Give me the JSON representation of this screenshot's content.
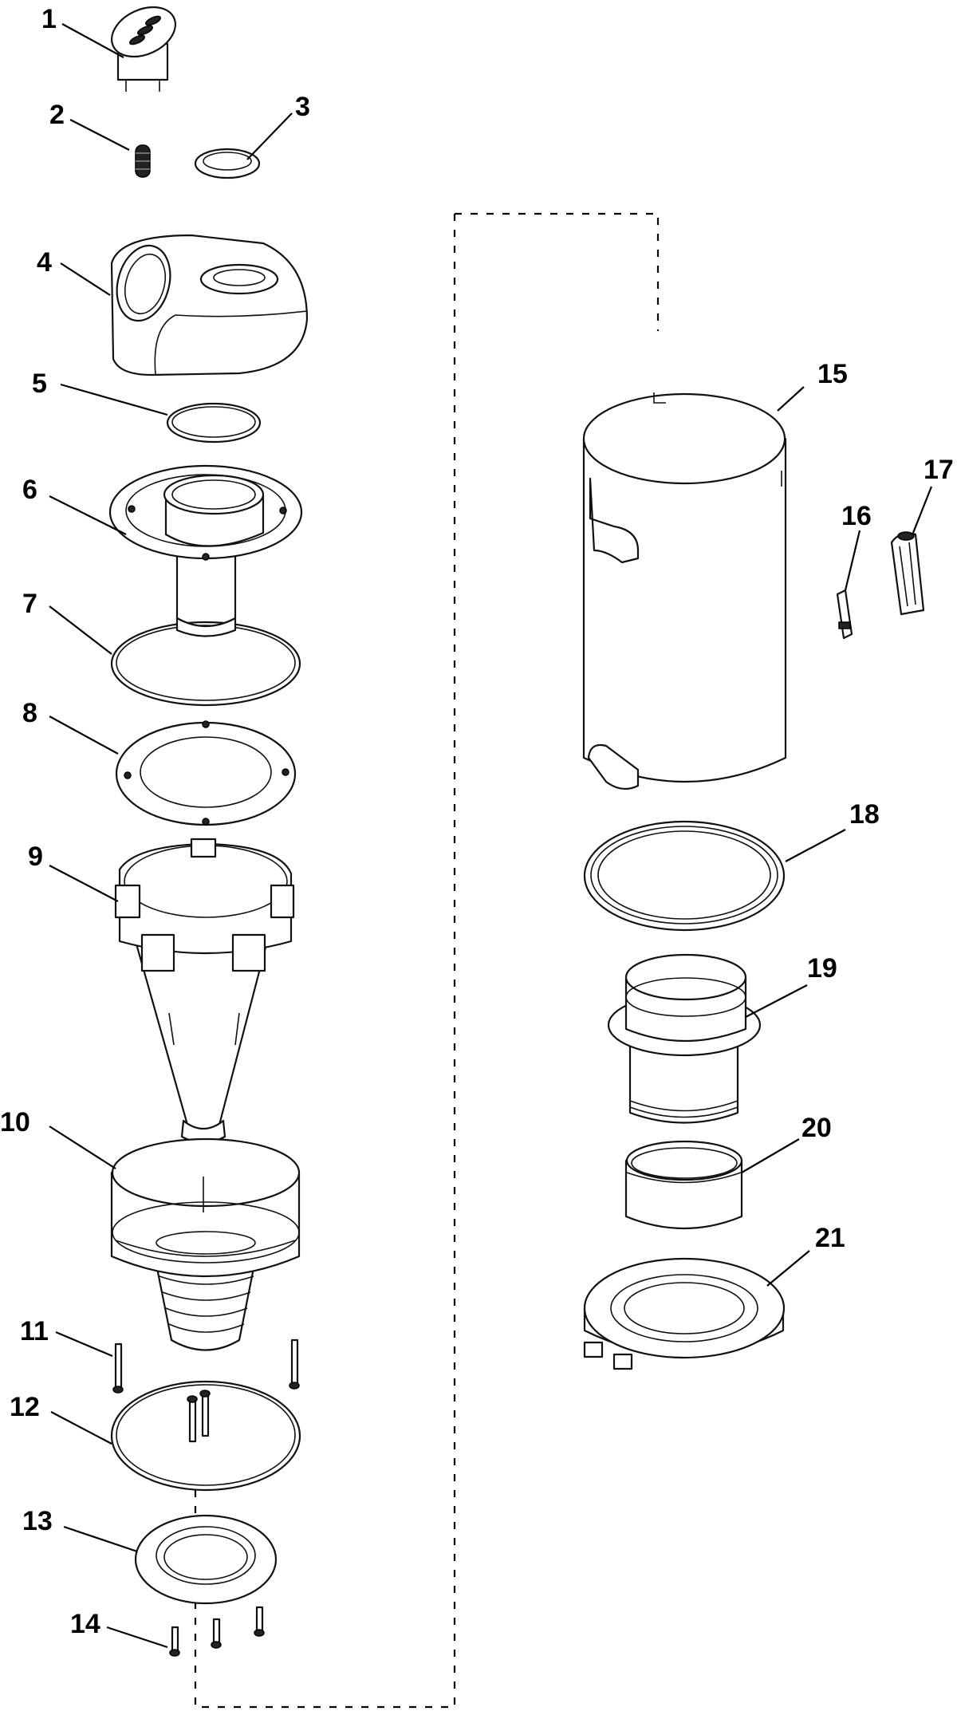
{
  "parts": [
    {
      "id": "part-1",
      "label": "1"
    },
    {
      "id": "part-2",
      "label": "2"
    },
    {
      "id": "part-3",
      "label": "3"
    },
    {
      "id": "part-4",
      "label": "4"
    },
    {
      "id": "part-5",
      "label": "5"
    },
    {
      "id": "part-6",
      "label": "6"
    },
    {
      "id": "part-7",
      "label": "7"
    },
    {
      "id": "part-8",
      "label": "8"
    },
    {
      "id": "part-9",
      "label": "9"
    },
    {
      "id": "part-10",
      "label": "10"
    },
    {
      "id": "part-11",
      "label": "11"
    },
    {
      "id": "part-12",
      "label": "12"
    },
    {
      "id": "part-13",
      "label": "13"
    },
    {
      "id": "part-14",
      "label": "14"
    },
    {
      "id": "part-15",
      "label": "15"
    },
    {
      "id": "part-16",
      "label": "16"
    },
    {
      "id": "part-17",
      "label": "17"
    },
    {
      "id": "part-18",
      "label": "18"
    },
    {
      "id": "part-19",
      "label": "19"
    },
    {
      "id": "part-20",
      "label": "20"
    },
    {
      "id": "part-21",
      "label": "21"
    }
  ]
}
